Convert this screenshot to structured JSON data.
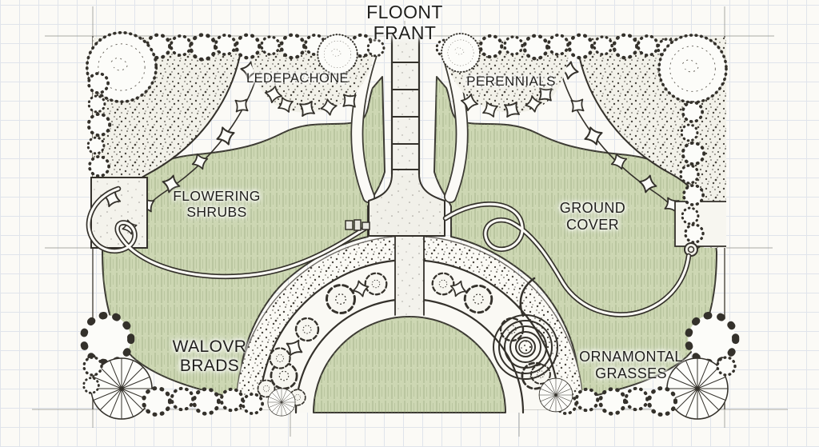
{
  "title_block": {
    "line1": "FLOONT",
    "line2": "FRANT"
  },
  "areas": {
    "left_border_bed": "LEDEPACHONE",
    "right_border_bed": "PERENNIALS",
    "flowering_shrubs": {
      "line1": "FLOWERING",
      "line2": "SHRUBS"
    },
    "ground_cover": {
      "line1": "GROUND",
      "line2": "COVER"
    },
    "walkway_beds": {
      "line1": "WALOVR",
      "line2": "BRADS"
    },
    "ornamental_grasses": {
      "line1": "ORNAMONTAL",
      "line2": "GRASSES"
    }
  },
  "colors": {
    "paper": "#fbfaf6",
    "grid": "#e0e4eb",
    "ink": "#34312b",
    "text": "#201f1c",
    "lawn": "#cdd7b3",
    "lawn_hatch": "#87986f",
    "stipple_dot": "#47433c",
    "path_white": "#f4f3ec"
  }
}
